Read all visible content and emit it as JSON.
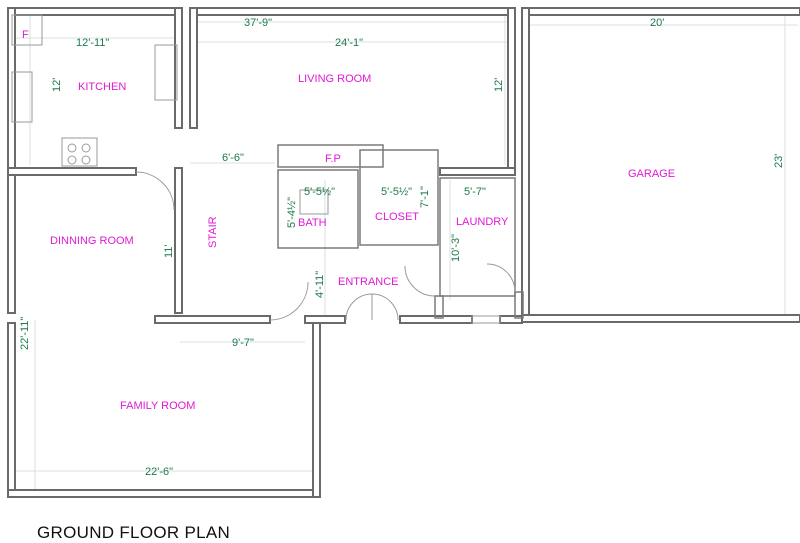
{
  "title": "GROUND FLOOR PLAN",
  "colors": {
    "room_label": "#e01ad6",
    "dimension_label": "#1e7a4a",
    "wall": "#6a6a6a"
  },
  "rooms": {
    "fridge": "F",
    "kitchen": "KITCHEN",
    "living_room": "LIVING ROOM",
    "garage": "GARAGE",
    "fireplace": "F.P",
    "bath": "BATH",
    "closet": "CLOSET",
    "laundry": "LAUNDRY",
    "stair": "STAIR",
    "dinning_room": "DINNING ROOM",
    "entrance": "ENTRANCE",
    "family_room": "FAMILY ROOM"
  },
  "dimensions": {
    "kitchen_width": "12'-11\"",
    "kitchen_depth": "12'",
    "overall_width": "37'-9\"",
    "living_width": "24'-1\"",
    "living_depth": "12'",
    "garage_width": "20'",
    "garage_depth": "23'",
    "hall_width": "6'-6\"",
    "bath_width": "5'-5½\"",
    "bath_depth": "5'-4½\"",
    "closet_width": "5'-5½\"",
    "closet_depth": "7'-1\"",
    "laundry_width": "5'-7\"",
    "laundry_depth": "10'-3\"",
    "dinning_depth": "11'",
    "entrance_depth": "4'-11\"",
    "family_depth": "22'-11\"",
    "stair_width": "9'-7\"",
    "family_width": "22'-6\""
  }
}
